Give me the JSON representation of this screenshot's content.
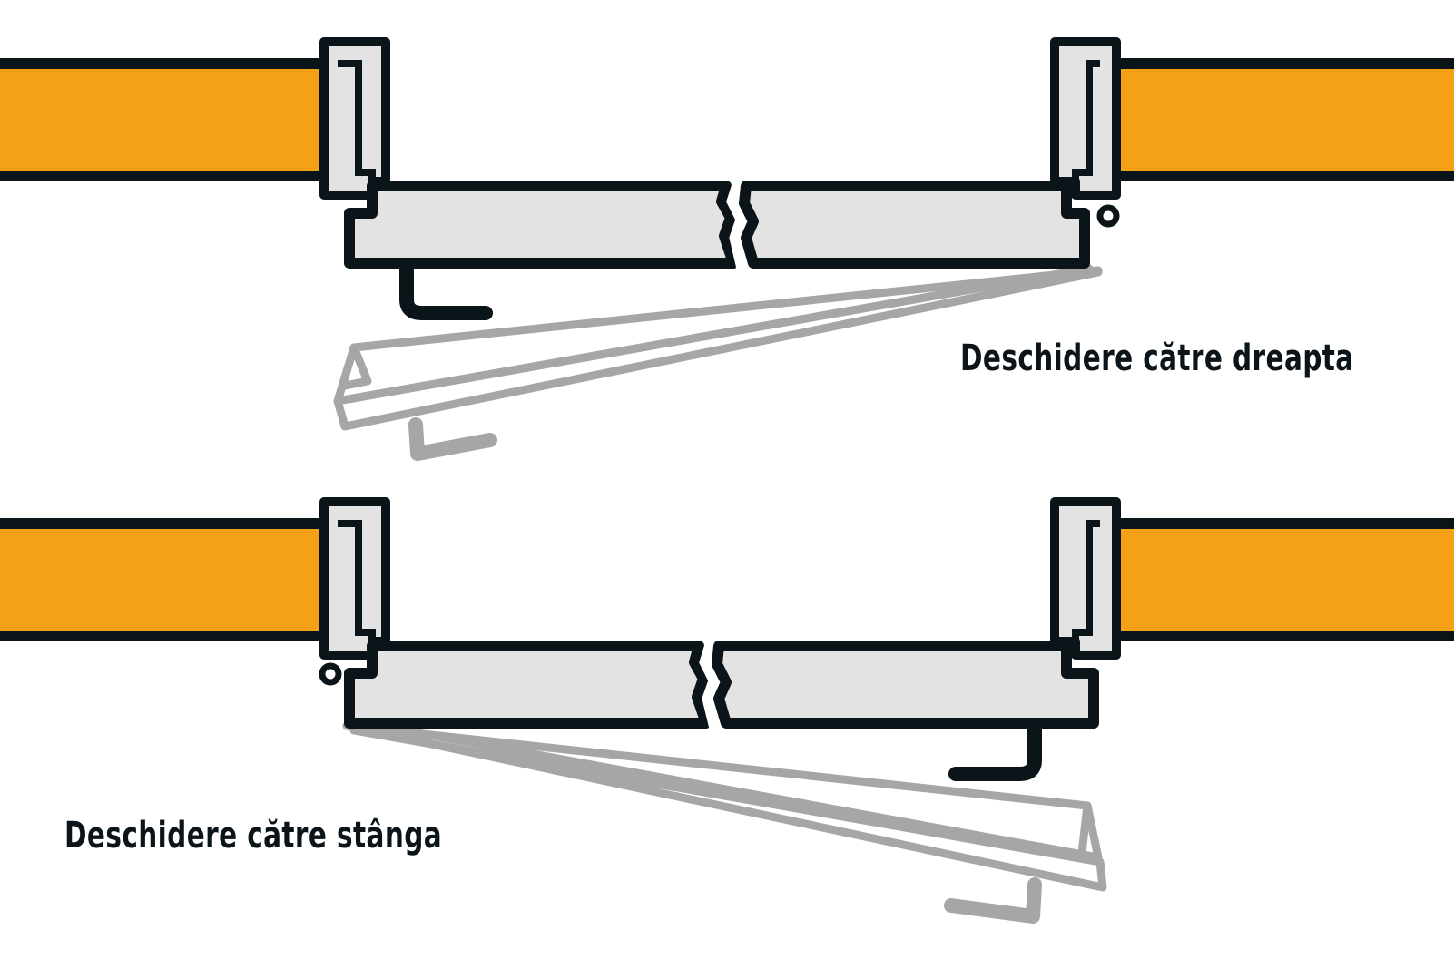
{
  "colors": {
    "wall": "#f4a118",
    "outline": "#0b1419",
    "frame_fill": "#e3e3e3",
    "open_leaf": "#a6a6a6",
    "background": "#ffffff"
  },
  "panels": [
    {
      "id": "right-opening",
      "caption": "Deschidere către dreapta",
      "hinge_side": "right"
    },
    {
      "id": "left-opening",
      "caption": "Deschidere către stânga",
      "hinge_side": "left"
    }
  ]
}
